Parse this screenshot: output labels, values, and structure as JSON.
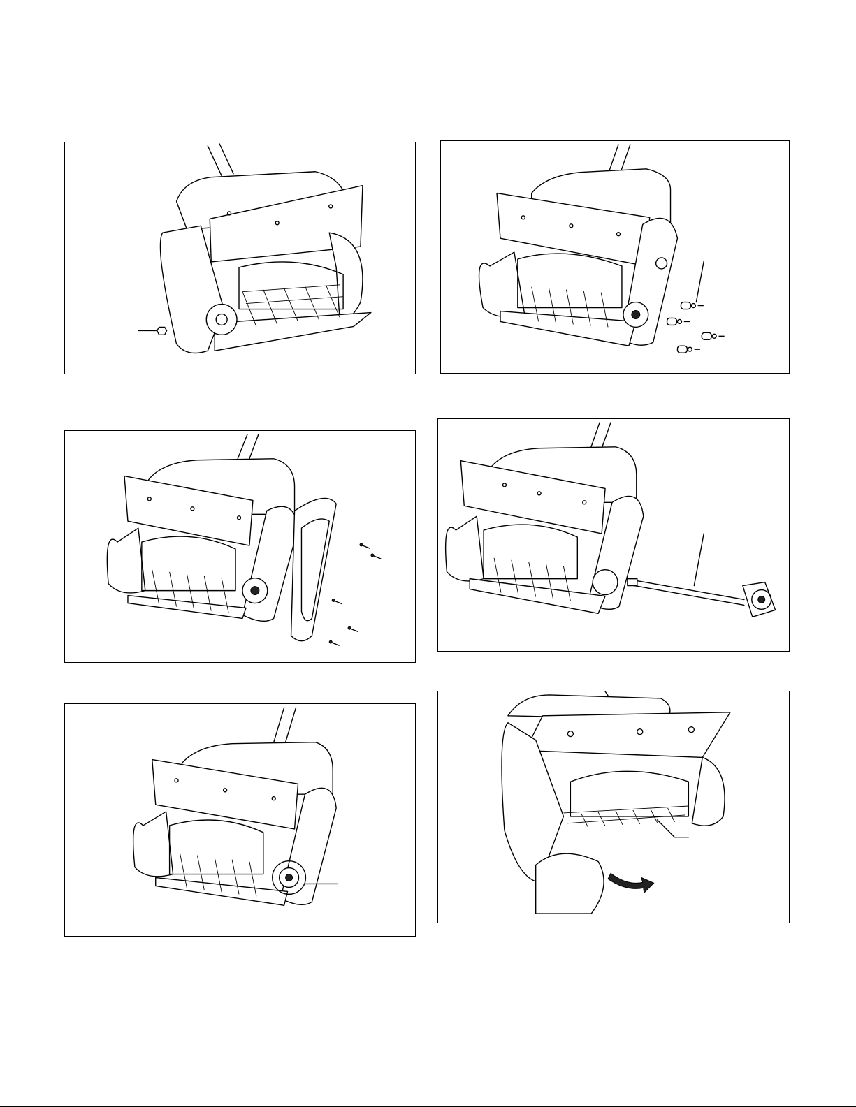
{
  "page": {
    "figures": [
      {
        "id": "fig1",
        "subject": "snow-thrower-underside-with-nut"
      },
      {
        "id": "fig2",
        "subject": "snow-thrower-side-cover-hardware"
      },
      {
        "id": "fig3",
        "subject": "snow-thrower-side-cover-removed-screws"
      },
      {
        "id": "fig4",
        "subject": "snow-thrower-drive-shaft-removed"
      },
      {
        "id": "fig5",
        "subject": "snow-thrower-pulley-circled"
      },
      {
        "id": "fig6",
        "subject": "snow-thrower-auger-removal-hand"
      }
    ]
  },
  "colors": {
    "line": "#000000",
    "paper": "#ffffff"
  }
}
